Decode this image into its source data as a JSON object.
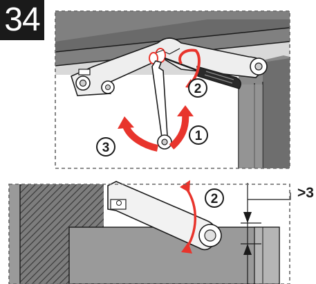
{
  "step": {
    "label": "34"
  },
  "callouts": {
    "top": {
      "rotate_screw": "1",
      "screwdriver": "2",
      "wrench": "3"
    },
    "bottom": {
      "pivot": "2"
    }
  },
  "gap": {
    "label": ">3"
  },
  "colors": {
    "frame_dark": "#6e6e6e",
    "frame_mid": "#9a9a9a",
    "bracket": "#efefef",
    "outline": "#1a1a1a",
    "arrow_red": "#e8342c",
    "dashed_border": "#666666"
  }
}
